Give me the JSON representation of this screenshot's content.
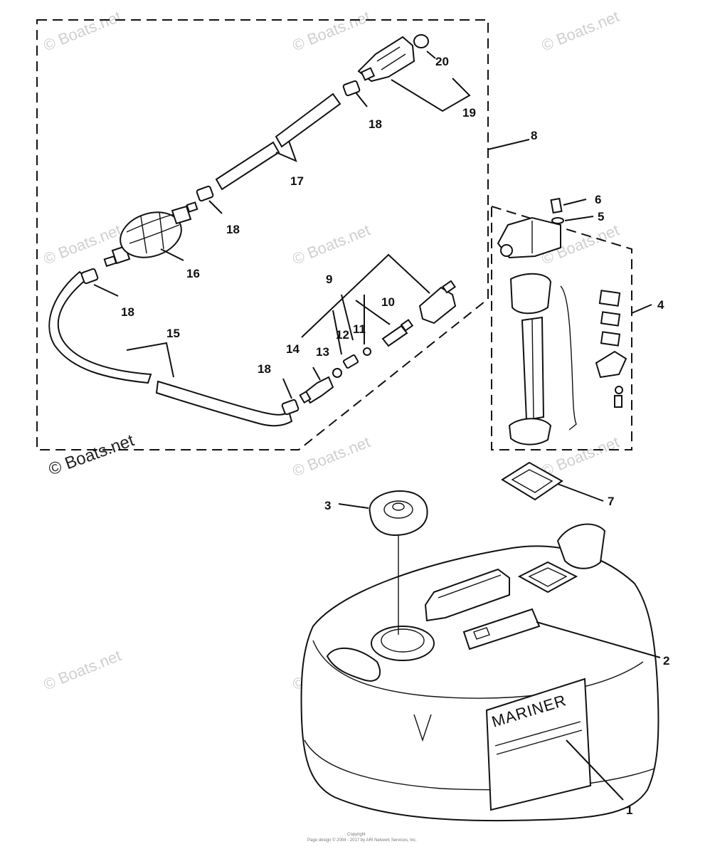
{
  "watermark": "© Boats.net",
  "footer": {
    "line1": "Copyright",
    "line2": "Page design © 2004 - 2017 by ARI Network Services, Inc."
  },
  "brand_label": "MARINER",
  "callouts": [
    "1",
    "2",
    "3",
    "4",
    "5",
    "6",
    "7",
    "8",
    "9",
    "10",
    "11",
    "12",
    "13",
    "14",
    "15",
    "16",
    "17",
    "18",
    "18",
    "18",
    "18",
    "19",
    "20"
  ]
}
